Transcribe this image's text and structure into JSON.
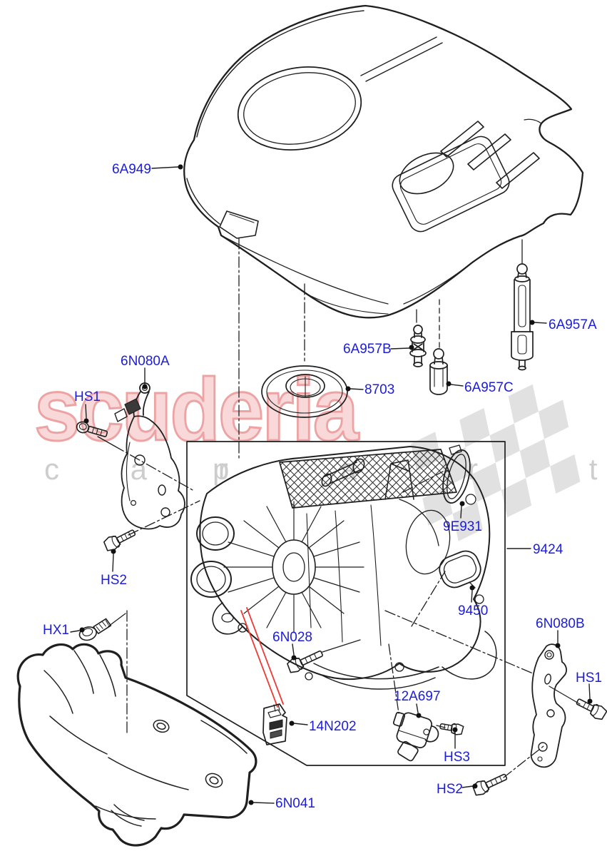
{
  "watermark": {
    "brand": "scuderia",
    "sub_left": "c a r",
    "sub_right": "p a r t s",
    "brand_fill": "#f8d8d8",
    "brand_outline": "#eda3a3",
    "sub_color": "#cdcdcd",
    "flag_color": "#dadada"
  },
  "diagram": {
    "label_color": "#1c1cdb",
    "line_color": "#1f1f1f",
    "highlight_color": "#ee3a34",
    "background": "#ffffff"
  },
  "labels": [
    {
      "part": "6A949",
      "text": "6A949"
    },
    {
      "part": "6A957B",
      "text": "6A957B"
    },
    {
      "part": "6A957A",
      "text": "6A957A"
    },
    {
      "part": "6A957C",
      "text": "6A957C"
    },
    {
      "part": "8703",
      "text": "8703"
    },
    {
      "part": "6N080A",
      "text": "6N080A"
    },
    {
      "part": "HS1-left",
      "text": "HS1"
    },
    {
      "part": "HS2-left",
      "text": "HS2"
    },
    {
      "part": "HX1",
      "text": "HX1"
    },
    {
      "part": "9E931",
      "text": "9E931"
    },
    {
      "part": "9424",
      "text": "9424"
    },
    {
      "part": "9450",
      "text": "9450"
    },
    {
      "part": "6N080B",
      "text": "6N080B"
    },
    {
      "part": "HS1-right",
      "text": "HS1"
    },
    {
      "part": "6N028",
      "text": "6N028"
    },
    {
      "part": "12A697",
      "text": "12A697"
    },
    {
      "part": "HS3",
      "text": "HS3"
    },
    {
      "part": "14N202",
      "text": "14N202"
    },
    {
      "part": "HS2-right",
      "text": "HS2"
    },
    {
      "part": "6N041",
      "text": "6N041"
    }
  ]
}
